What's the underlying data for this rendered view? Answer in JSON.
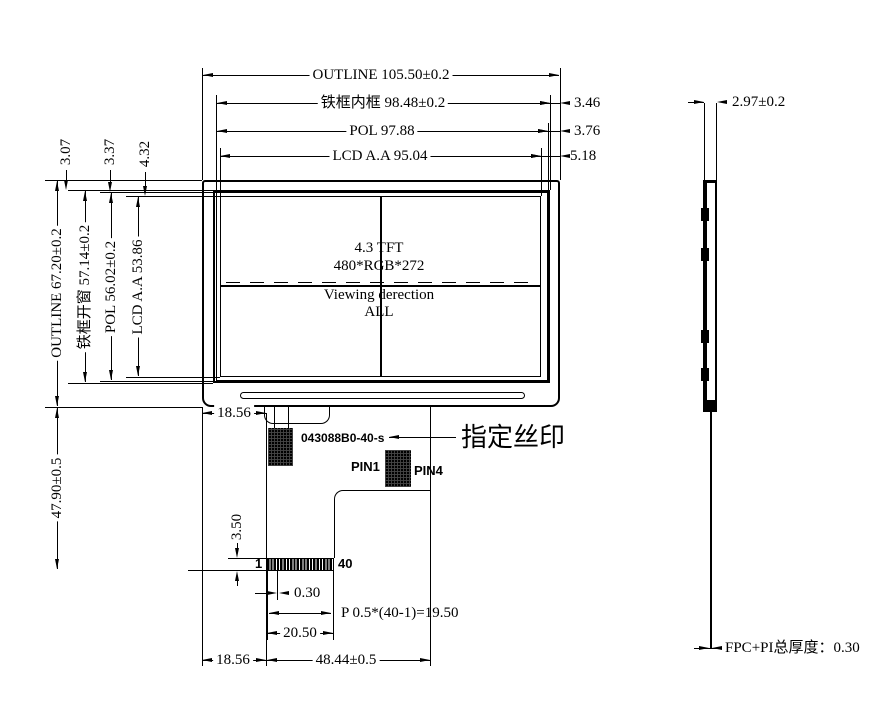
{
  "front_view": {
    "top_dims": {
      "outline_w": "OUTLINE 105.50±0.2",
      "frame_inner_w": "铁框内框 98.48±0.2",
      "pol_w": "POL 97.88",
      "aa_w": "LCD A.A 95.04"
    },
    "right_offsets": {
      "frame": "3.46",
      "pol": "3.76",
      "aa": "5.18"
    },
    "top_offsets": {
      "frame": "3.07",
      "pol": "3.37",
      "aa": "4.32"
    },
    "left_dims": {
      "outline_h": "OUTLINE 67.20±0.2",
      "frame_window_h": "铁框开窗 57.14±0.2",
      "pol_h": "POL 56.02±0.2",
      "aa_h": "LCD A.A 53.86",
      "fpc_drop": "47.90±0.5"
    },
    "panel_text": {
      "size": "4.3 TFT",
      "resolution": "480*RGB*272",
      "viewing_line1": "Viewing derection",
      "viewing_line2": "ALL"
    },
    "fpc": {
      "offset_top": "18.56",
      "silk_code": "043088B0-40-s",
      "silk_note": "指定丝印",
      "pin_first_label": "PIN1",
      "pin_last_label": "PIN4",
      "pin_length": "3.50",
      "pin_no_first": "1",
      "pin_no_last": "40",
      "pin_width": "0.30",
      "pitch_formula": "P 0.5*(40-1)=19.50",
      "pins_span": "20.50",
      "offset_bottom": "18.56",
      "fpc_width": "48.44±0.5"
    }
  },
  "side_view": {
    "thickness": "2.97±0.2",
    "fpc_note": "FPC+PI总厚度：0.30"
  },
  "colors": {
    "line": "#000000",
    "background": "#ffffff"
  }
}
